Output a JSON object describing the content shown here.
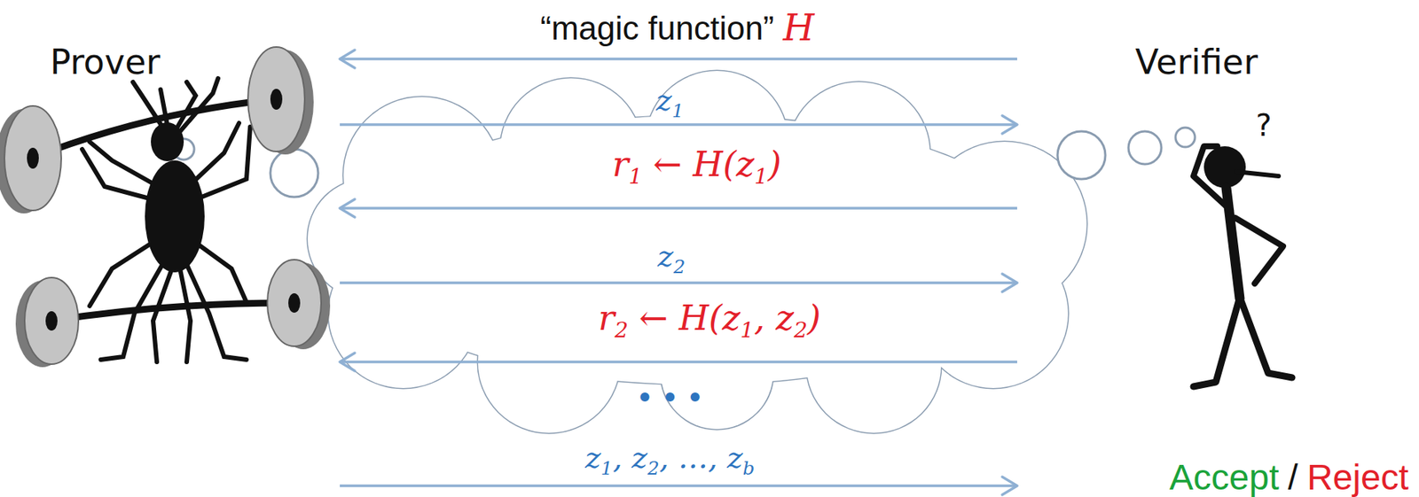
{
  "diagram": {
    "nodes": [
      {
        "text": [
          "Prover"
        ]
      },
      {
        "text": [
          "Verifier"
        ]
      }
    ],
    "edges": [
      {
        "from": 1,
        "to": 0,
        "arrow": "to",
        "label": "“magic function”"
      },
      {
        "from": 0,
        "to": 1,
        "arrow": "to",
        "label": "z1"
      },
      {
        "from": 1,
        "to": 0,
        "arrow": "to",
        "label": "r1 ← H(z1)"
      },
      {
        "from": 0,
        "to": 1,
        "arrow": "to",
        "label": "z2"
      },
      {
        "from": 1,
        "to": 0,
        "arrow": "to",
        "label": "r2 ← H(z1, z2)"
      },
      {
        "from": 0,
        "to": 1,
        "arrow": "to",
        "label": "z1, z2, …, zb"
      }
    ],
    "labels": [
      "H",
      "• • •",
      "Accept",
      "/",
      "Reject",
      "?"
    ]
  }
}
